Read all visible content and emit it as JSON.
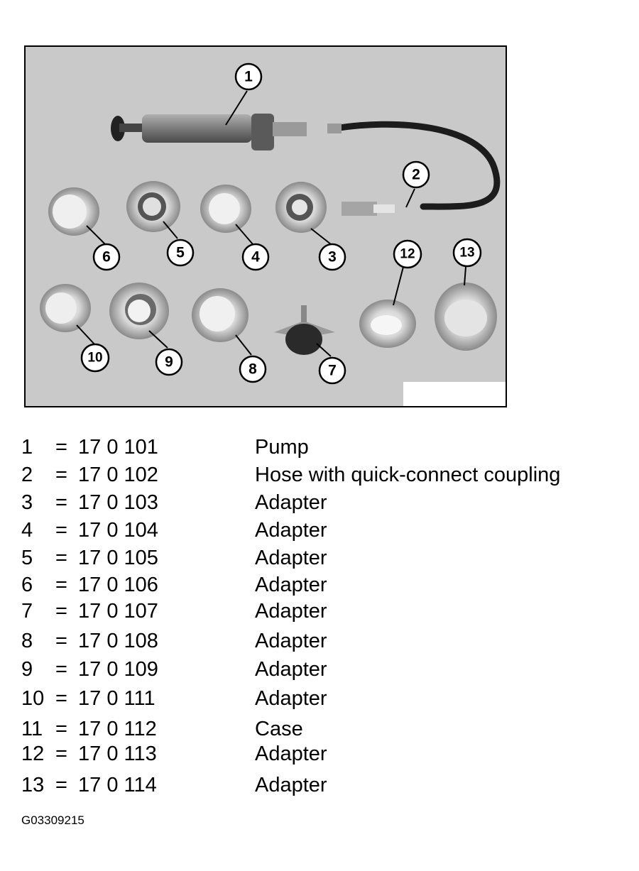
{
  "figure": {
    "callouts": [
      "1",
      "2",
      "3",
      "4",
      "5",
      "6",
      "7",
      "8",
      "9",
      "10",
      "12",
      "13"
    ]
  },
  "legend": {
    "rows": [
      {
        "num": "1",
        "eq": "=",
        "part": "17 0 101",
        "desc": "Pump"
      },
      {
        "num": "2",
        "eq": "=",
        "part": "17 0 102",
        "desc": "Hose with quick-connect coupling"
      },
      {
        "num": "3",
        "eq": "=",
        "part": "17 0 103",
        "desc": "Adapter"
      },
      {
        "num": "4",
        "eq": "=",
        "part": "17 0 104",
        "desc": "Adapter"
      },
      {
        "num": "5",
        "eq": "=",
        "part": "17 0 105",
        "desc": "Adapter"
      },
      {
        "num": "6",
        "eq": "=",
        "part": "17 0 106",
        "desc": "Adapter"
      },
      {
        "num": "7",
        "eq": "=",
        "part": "17 0 107",
        "desc": "Adapter"
      },
      {
        "num": "8",
        "eq": "=",
        "part": "17 0 108",
        "desc": "Adapter"
      },
      {
        "num": "9",
        "eq": "=",
        "part": "17 0 109",
        "desc": "Adapter"
      },
      {
        "num": "10",
        "eq": "=",
        "part": "17 0 111",
        "desc": "Adapter"
      },
      {
        "num": "11",
        "eq": "=",
        "part": "17 0 112",
        "desc": "Case"
      },
      {
        "num": "12",
        "eq": "=",
        "part": "17 0 113",
        "desc": "Adapter"
      },
      {
        "num": "13",
        "eq": "=",
        "part": "17 0 114",
        "desc": "Adapter"
      }
    ]
  },
  "figure_id": "G03309215"
}
